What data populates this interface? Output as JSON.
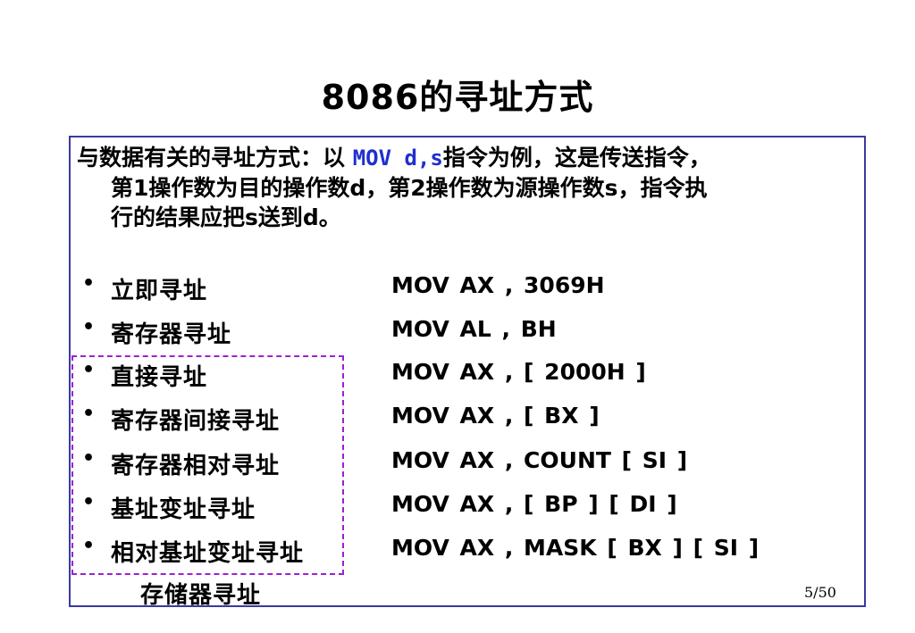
{
  "slide": {
    "title": "8086的寻址方式",
    "intro": {
      "line1_prefix": "与数据有关的寻址方式：以 ",
      "line1_code": "MOV d,s",
      "line1_suffix": "指令为例，这是传送指令，",
      "line2": "第1操作数为目的操作数d，第2操作数为源操作数s，指令执",
      "line3": "行的结果应把s送到d。"
    },
    "items": [
      {
        "label": "立即寻址",
        "code": "MOV  AX , 3069H"
      },
      {
        "label": "寄存器寻址",
        "code": "MOV  AL , BH"
      },
      {
        "label": "直接寻址",
        "code": "MOV  AX , [ 2000H ]"
      },
      {
        "label": "寄存器间接寻址",
        "code": "MOV  AX , [ BX ]"
      },
      {
        "label": "寄存器相对寻址",
        "code": "MOV  AX , COUNT [ SI ]"
      },
      {
        "label": "基址变址寻址",
        "code": "MOV  AX , [ BP ] [ DI ]"
      },
      {
        "label": "相对基址变址寻址",
        "code": "MOV  AX , MASK [ BX ] [ SI ]"
      }
    ],
    "bullet_char": "•",
    "group_label": "存储器寻址",
    "page_number": "5/50",
    "colors": {
      "frame_border": "#3a3aa0",
      "code_highlight": "#1f2fcf",
      "dashed_box": "#9d1fd6"
    }
  }
}
